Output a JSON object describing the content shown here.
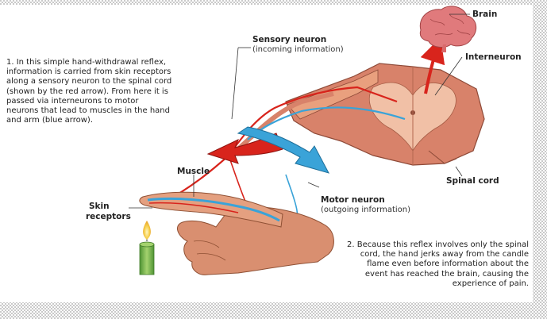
{
  "caption_1": "1. In this simple hand-withdrawal reflex, information is carried from skin receptors along a sensory neuron to the spinal cord (shown by the red arrow). From here it is passed via interneurons to motor neurons that lead to muscles in the hand and arm (blue arrow).",
  "caption_2": "2. Because this reflex involves only the spinal cord, the hand jerks away from the candle flame even before information about the event has reached the brain, causing the experience of pain.",
  "labels": {
    "brain": "Brain",
    "sensory_neuron": "Sensory neuron",
    "sensory_neuron_sub": "(incoming information)",
    "interneuron": "Interneuron",
    "spinal_cord": "Spinal cord",
    "muscle": "Muscle",
    "skin_receptors_1": "Skin",
    "skin_receptors_2": "receptors",
    "motor_neuron": "Motor neuron",
    "motor_neuron_sub": "(outgoing information)"
  },
  "colors": {
    "sensory_red": "#d8241c",
    "motor_blue": "#3aa3d8",
    "spinal_tissue": "#d8826a",
    "grey_matter": "#f1c0a6",
    "brain_pink": "#e07a7c",
    "skin": "#d98f70",
    "flame": "#f2c13a",
    "candle": "#6fb04a"
  }
}
